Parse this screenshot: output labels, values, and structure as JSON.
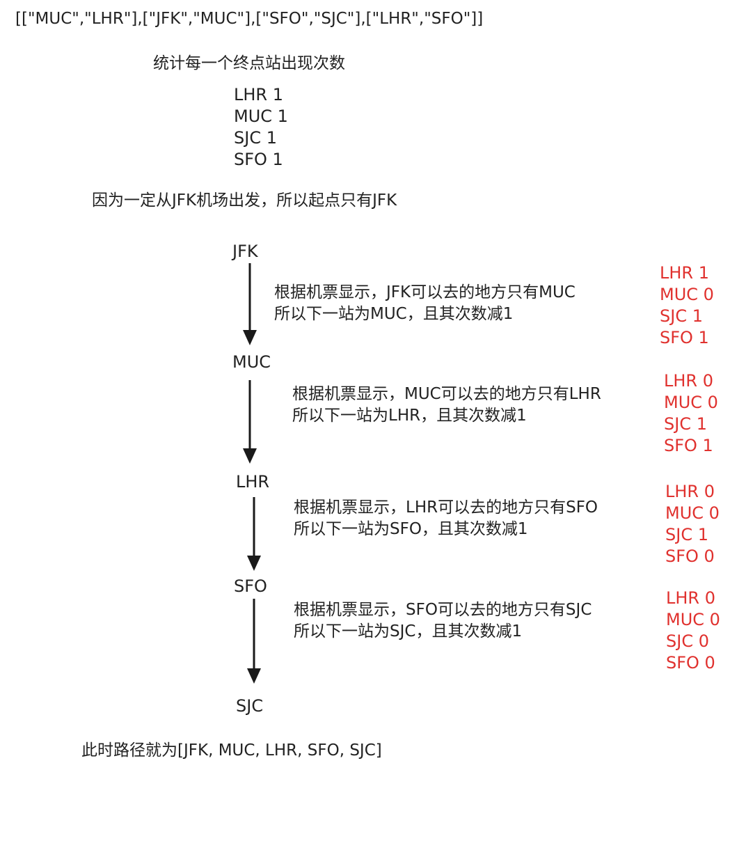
{
  "input_line": "[[\"MUC\",\"LHR\"],[\"JFK\",\"MUC\"],[\"SFO\",\"SJC\"],[\"LHR\",\"SFO\"]]",
  "count_heading": "统计每一个终点站出现次数",
  "initial_counts": [
    "LHR 1",
    "MUC 1",
    "SJC 1",
    "SFO 1"
  ],
  "start_note": "因为一定从JFK机场出发，所以起点只有JFK",
  "nodes": [
    "JFK",
    "MUC",
    "LHR",
    "SFO",
    "SJC"
  ],
  "steps": [
    {
      "line1": "根据机票显示，JFK可以去的地方只有MUC",
      "line2": "所以下一站为MUC，且其次数减1",
      "counts": [
        "LHR 1",
        "MUC 0",
        "SJC 1",
        "SFO 1"
      ]
    },
    {
      "line1": "根据机票显示，MUC可以去的地方只有LHR",
      "line2": "所以下一站为LHR，且其次数减1",
      "counts": [
        "LHR 0",
        "MUC 0",
        "SJC 1",
        "SFO 1"
      ]
    },
    {
      "line1": "根据机票显示，LHR可以去的地方只有SFO",
      "line2": "所以下一站为SFO，且其次数减1",
      "counts": [
        "LHR 0",
        "MUC 0",
        "SJC 1",
        "SFO 0"
      ]
    },
    {
      "line1": "根据机票显示，SFO可以去的地方只有SJC",
      "line2": "所以下一站为SJC，且其次数减1",
      "counts": [
        "LHR 0",
        "MUC 0",
        "SJC 0",
        "SFO 0"
      ]
    }
  ],
  "result": "此时路径就为[JFK, MUC, LHR, SFO, SJC]",
  "colors": {
    "text": "#222222",
    "counts_highlight": "#e0312e",
    "arrow": "#1a1a1a"
  }
}
